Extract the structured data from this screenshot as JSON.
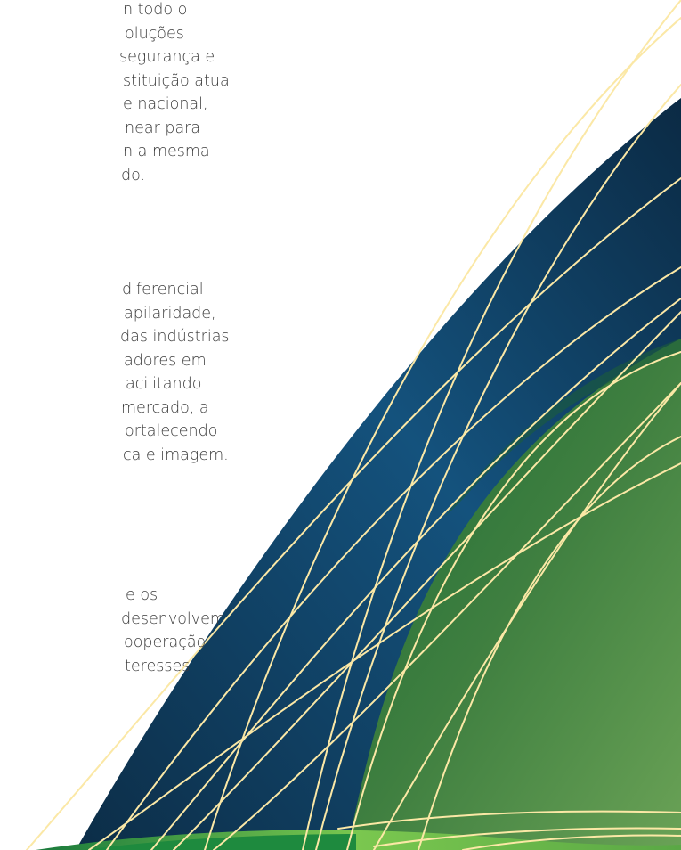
{
  "document": {
    "paragraphs": [
      {
        "lines": [
          "n todo o",
          "oluções",
          "segurança e",
          "stituição atua",
          "e nacional,",
          "near para",
          "n a mesma",
          "do."
        ]
      },
      {
        "lines": [
          "diferencial",
          "apilaridade,",
          "das indústrias",
          "adores em",
          "acilitando",
          "mercado, a",
          "ortalecendo",
          "ca e imagem."
        ]
      },
      {
        "lines": [
          "e os",
          "desenvolvem",
          "ooperação",
          "teresses"
        ]
      }
    ]
  },
  "colors": {
    "navy_dark": "#0c2d47",
    "navy_light": "#14527d",
    "green_dark": "#1b6b34",
    "green_light": "#6aa256",
    "lime": "#7ac74f",
    "cream_line": "#fbe8a6",
    "text": "#3b3b3b"
  }
}
